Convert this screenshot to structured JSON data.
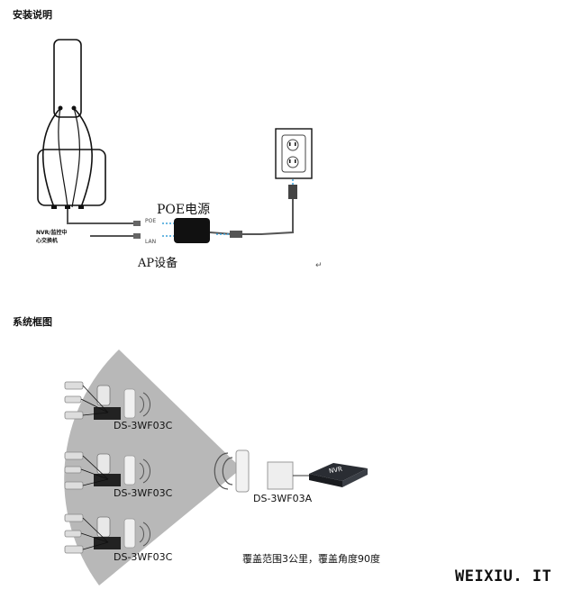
{
  "install": {
    "title": "安装说明",
    "poe_title": "POE电源",
    "port_poe": "POE",
    "port_lan": "LAN",
    "nvr_label_1": "NVR/监控中",
    "nvr_label_2": "心交换机",
    "ap_label": "AP设备",
    "return_mark": "↵"
  },
  "system": {
    "title": "系统框图",
    "ds_c_1": "DS-3WF03C",
    "ds_c_2": "DS-3WF03C",
    "ds_c_3": "DS-3WF03C",
    "ds_a": "DS-3WF03A",
    "nvr_box": "NVR",
    "coverage": "覆盖范围3公里，覆盖角度90度"
  },
  "watermark": "WEIXIU. IT"
}
